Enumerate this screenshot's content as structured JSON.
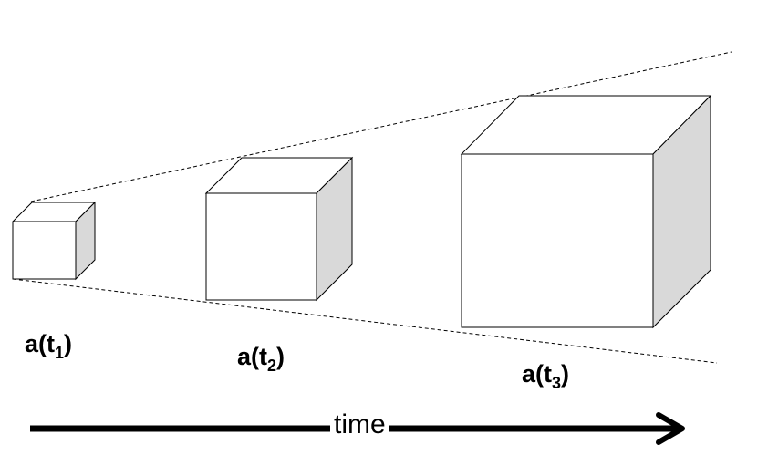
{
  "labels": {
    "cube1": {
      "base": "a(t",
      "sub": "1",
      "close": ")"
    },
    "cube2": {
      "base": "a(t",
      "sub": "2",
      "close": ")"
    },
    "cube3": {
      "base": "a(t",
      "sub": "3",
      "close": ")"
    }
  },
  "axis": {
    "label": "time"
  },
  "colors": {
    "face_front": "#ffffff",
    "face_top": "#ffffff",
    "face_side": "#d9d9d9",
    "stroke": "#000000"
  }
}
